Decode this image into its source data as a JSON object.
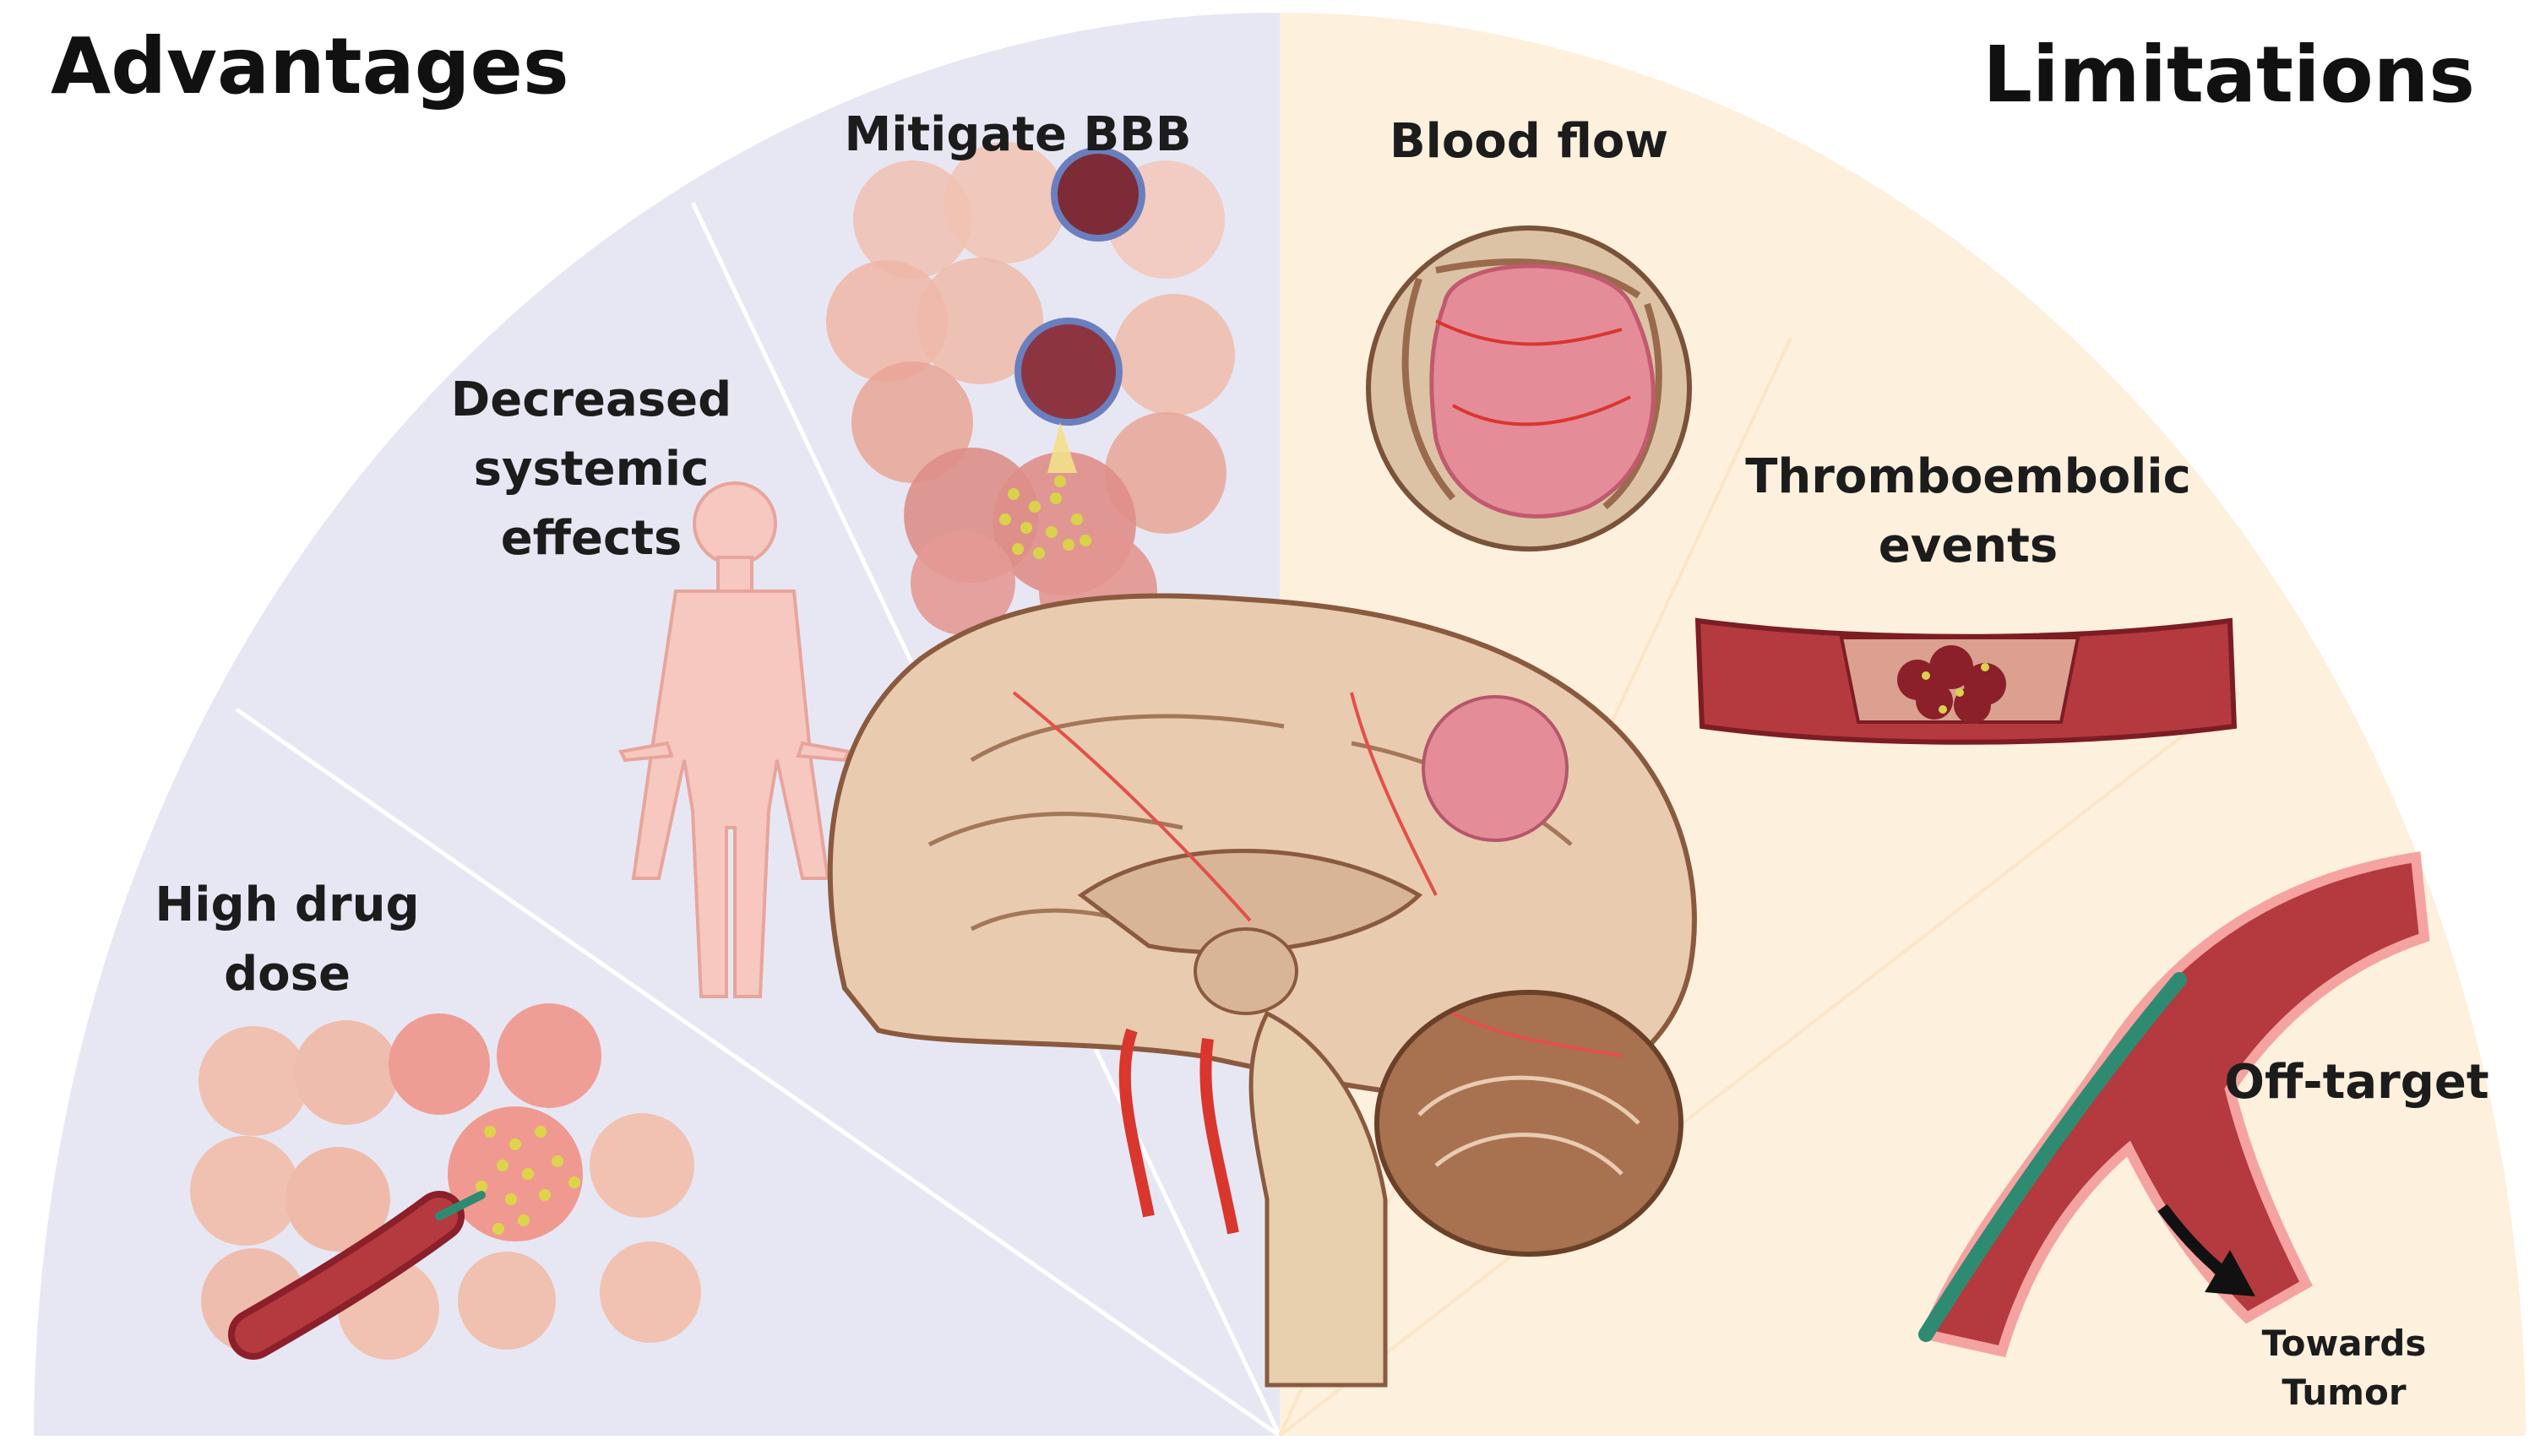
{
  "headings": {
    "left": "Advantages",
    "right": "Limitations"
  },
  "advantages": [
    {
      "id": "high-drug-dose",
      "lines": [
        "High drug",
        "dose"
      ]
    },
    {
      "id": "decreased-systemic-effects",
      "lines": [
        "Decreased",
        "systemic",
        "effects"
      ]
    },
    {
      "id": "mitigate-bbb",
      "lines": [
        "Mitigate BBB"
      ]
    }
  ],
  "limitations": [
    {
      "id": "blood-flow",
      "lines": [
        "Blood flow"
      ]
    },
    {
      "id": "thromboembolic-events",
      "lines": [
        "Thromboembolic",
        "events"
      ]
    },
    {
      "id": "off-target",
      "lines": [
        "Off-target"
      ]
    }
  ],
  "annotations": {
    "towards_tumor": [
      "Towards",
      "Tumor"
    ]
  },
  "colors": {
    "advantages_bg": "#e7e7f4",
    "limitations_bg": "#fdf0dd",
    "vessel": "#b43a3f",
    "catheter": "#2e8b72",
    "brain": "#e9cbb0",
    "tumor": "#e58c99",
    "cell": "#eba79b"
  }
}
